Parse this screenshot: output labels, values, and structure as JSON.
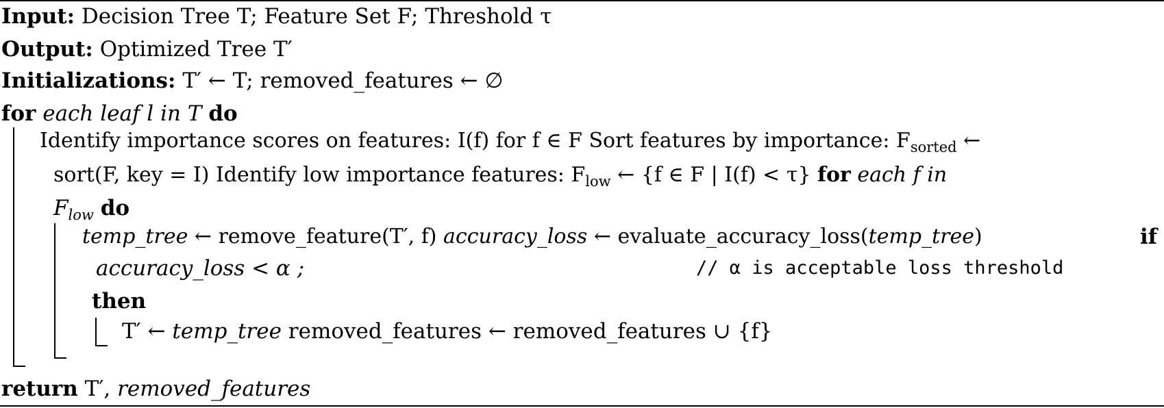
{
  "algorithm": {
    "input": {
      "kw": "Input:",
      "text": "Decision Tree T; Feature Set F; Threshold τ"
    },
    "output": {
      "kw": "Output:",
      "text": "Optimized Tree T′"
    },
    "init": {
      "kw": "Initializations:",
      "text": "T′ ← T; removed_features ← ∅"
    },
    "for1": {
      "kw_for": "for",
      "cond": "each leaf l in T",
      "kw_do": "do"
    },
    "body1": {
      "line1": "Identify importance scores on features: I(f) for f ∈ F   Sort features by importance: F",
      "line1_sub": "sorted",
      "line1_tail": " ←",
      "line2a": "sort(F, key = I)   Identify low importance features: F",
      "line2a_sub": "low",
      "line2b": " ← {f ∈ F | I(f) < τ}   ",
      "line2_kw_for": "for",
      "line2_cond": " each f in",
      "line3_var": "F",
      "line3_sub": "low",
      "line3_kw_do": "do"
    },
    "body2": {
      "line1a": "temp_tree",
      "line1b": " ← remove_feature(T′, f)   ",
      "line1c": "accuracy_loss",
      "line1d": " ← evaluate_accuracy_loss(",
      "line1e": "temp_tree",
      "line1f": ")",
      "line1_kw_if": "if",
      "line2_cond": "accuracy_loss < α ;",
      "line2_comment": "// α is acceptable loss threshold",
      "line3_kw_then": "then",
      "line4a": "T′ ← ",
      "line4b": "temp_tree",
      "line4c": "   removed_features ← removed_features ∪ {f}"
    },
    "ret": {
      "kw": "return",
      "text1": " T′, ",
      "text2": "removed_features"
    }
  }
}
